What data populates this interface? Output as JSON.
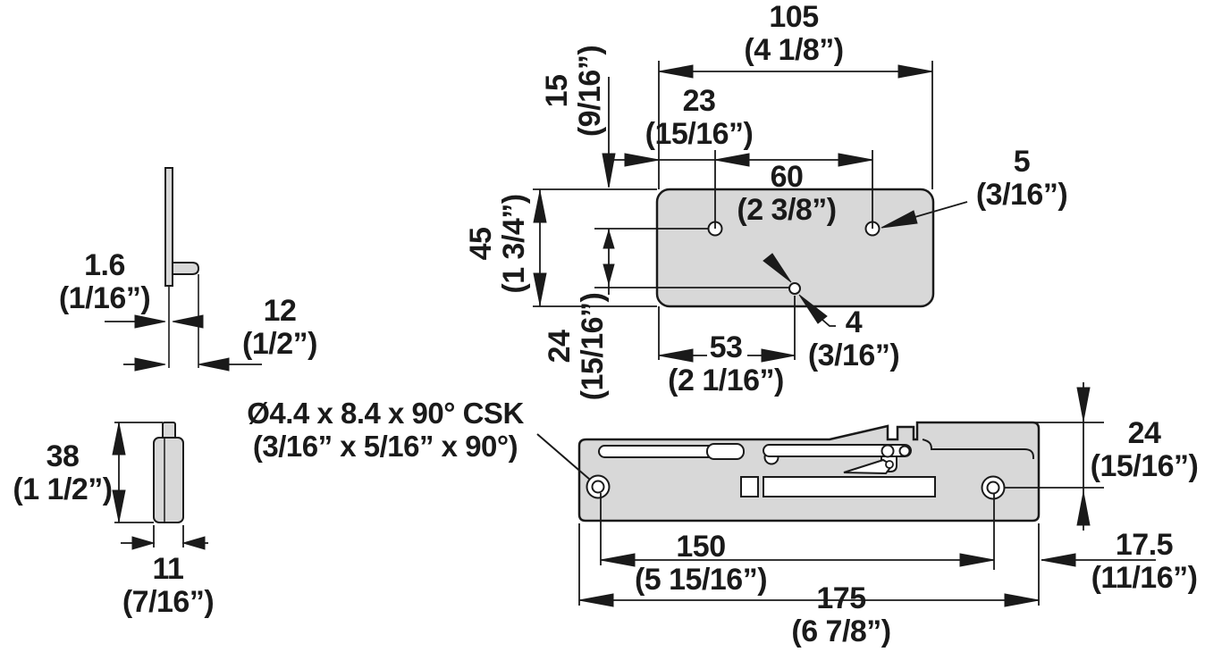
{
  "drawing": {
    "units_note": "dimensions in mm with inch equivalents",
    "colors": {
      "part_fill": "#d8d8d8",
      "line_color": "#1a1a1a",
      "background": "#ffffff"
    },
    "profile_view": {
      "dims": {
        "thickness": {
          "mm": "1.6",
          "inch": "(1/16”)"
        },
        "depth": {
          "mm": "12",
          "inch": "(1/2”)"
        }
      }
    },
    "catch_view": {
      "dims": {
        "height": {
          "mm": "38",
          "inch": "(1 1/2”)"
        },
        "width": {
          "mm": "11",
          "inch": "(7/16”)"
        }
      }
    },
    "plate_view": {
      "dims": {
        "width": {
          "mm": "105",
          "inch": "(4 1/8”)"
        },
        "hole_inset_x": {
          "mm": "23",
          "inch": "(15/16”)"
        },
        "hole_spacing": {
          "mm": "60",
          "inch": "(2 3/8”)"
        },
        "hole_inset_y": {
          "mm": "15",
          "inch": "(9/16”)"
        },
        "height": {
          "mm": "45",
          "inch": "(1 3/4”)"
        },
        "pin_hole_offset_y": {
          "mm": "24",
          "inch": "(15/16”)"
        },
        "pin_hole_offset_x": {
          "mm": "53",
          "inch": "(2 1/16”)"
        },
        "screw_hole_dia": {
          "mm": "5",
          "inch": "(3/16”)"
        },
        "pin_hole_dia": {
          "mm": "4",
          "inch": "(3/16”)"
        }
      }
    },
    "mechanism_view": {
      "countersink_note": {
        "line1": "Ø4.4 x 8.4 x 90° CSK",
        "line2": "(3/16” x 5/16” x 90°)"
      },
      "dims": {
        "hole_spacing": {
          "mm": "150",
          "inch": "(5 15/16”)"
        },
        "total_length": {
          "mm": "175",
          "inch": "(6 7/8”)"
        },
        "hole_to_end": {
          "mm": "17.5",
          "inch": "(11/16”)"
        },
        "height_to_hole": {
          "mm": "24",
          "inch": "(15/16”)"
        }
      }
    }
  }
}
